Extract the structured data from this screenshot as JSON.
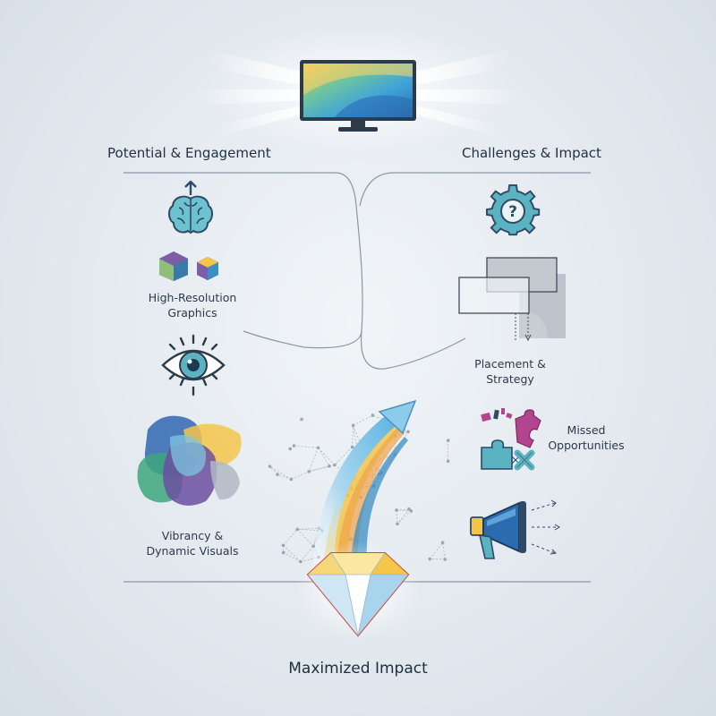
{
  "headers": {
    "left": "Potential & Engagement",
    "right": "Challenges & Impact"
  },
  "left_items": {
    "graphics_line1": "High-Resolution",
    "graphics_line2": "Graphics",
    "visuals_line1": "Vibrancy &",
    "visuals_line2": "Dynamic Visuals"
  },
  "right_items": {
    "placement_line1": "Placement &",
    "placement_line2": "Strategy",
    "missed_line1": "Missed",
    "missed_line2": "Opportunities"
  },
  "footer": {
    "title": "Maximized Impact"
  },
  "colors": {
    "teal": "#5bb3c2",
    "navy": "#2f4a66",
    "purple": "#7b5ea7",
    "yellow": "#f3c64a",
    "magenta": "#b2458d",
    "blue": "#2b6cb0"
  },
  "icons": [
    "monitor-icon",
    "brain-icon",
    "cube-icon",
    "eye-icon",
    "color-blobs-icon",
    "gear-question-icon",
    "overlapping-rectangles-icon",
    "puzzle-icon",
    "megaphone-icon",
    "network-icon",
    "arrow-icon",
    "diamond-icon"
  ]
}
